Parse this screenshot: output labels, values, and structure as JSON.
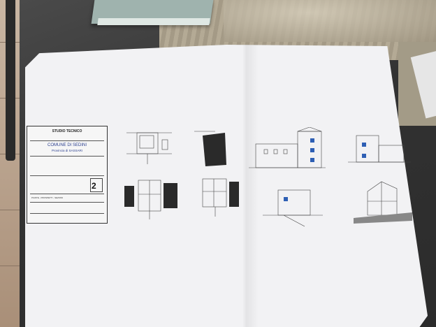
{
  "title_block": {
    "studio": "STUDIO TECNICO",
    "comune": "COMUNE DI SEDINI",
    "provincia": "Provincia di SASSARI",
    "tavola_number": "2",
    "elaborato": "PIANTE - PROSPETTI - SEZIONI"
  },
  "colors": {
    "paper": "#f2f2f4",
    "table": "#333333",
    "window_blue": "#2e5fb4",
    "title_blue": "#2b3f8f"
  }
}
